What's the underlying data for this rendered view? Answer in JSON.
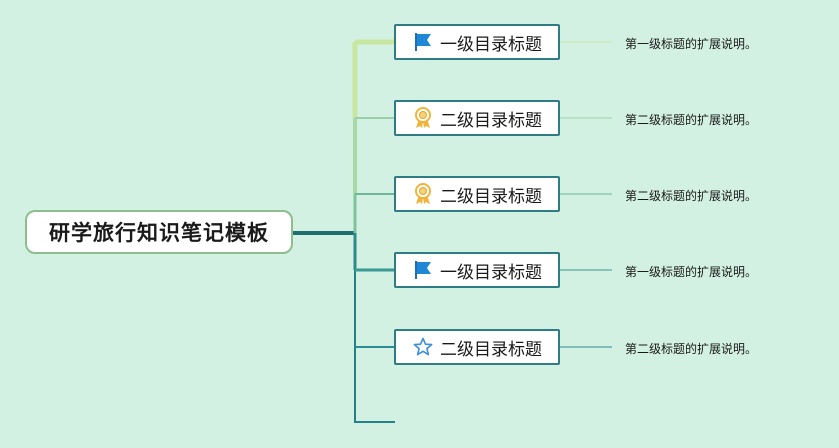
{
  "root": {
    "label": "研学旅行知识笔记模板"
  },
  "branches": [
    {
      "label": "一级目录标题",
      "icon": "flag-icon",
      "note": "第一级标题的扩展说明。",
      "color": "#c7e6a0"
    },
    {
      "label": "二级目录标题",
      "icon": "award-ribbon-icon",
      "note": "第二级标题的扩展说明。",
      "color": "#9bd0a6"
    },
    {
      "label": "二级目录标题",
      "icon": "award-ribbon-icon",
      "note": "第二级标题的扩展说明。",
      "color": "#6db89b"
    },
    {
      "label": "一级目录标题",
      "icon": "flag-icon",
      "note": "第一级标题的扩展说明。",
      "color": "#3a9a93"
    },
    {
      "label": "二级目录标题",
      "icon": "star-icon",
      "note": "第二级标题的扩展说明。",
      "color": "#2b8b92"
    }
  ],
  "colors": {
    "background": "#d3f1e2",
    "trunk": "#1e7a7d",
    "node_border": "#2f7b86",
    "flag": "#1f88d6",
    "award": "#f0b43a",
    "star": "#3b8fd9"
  }
}
